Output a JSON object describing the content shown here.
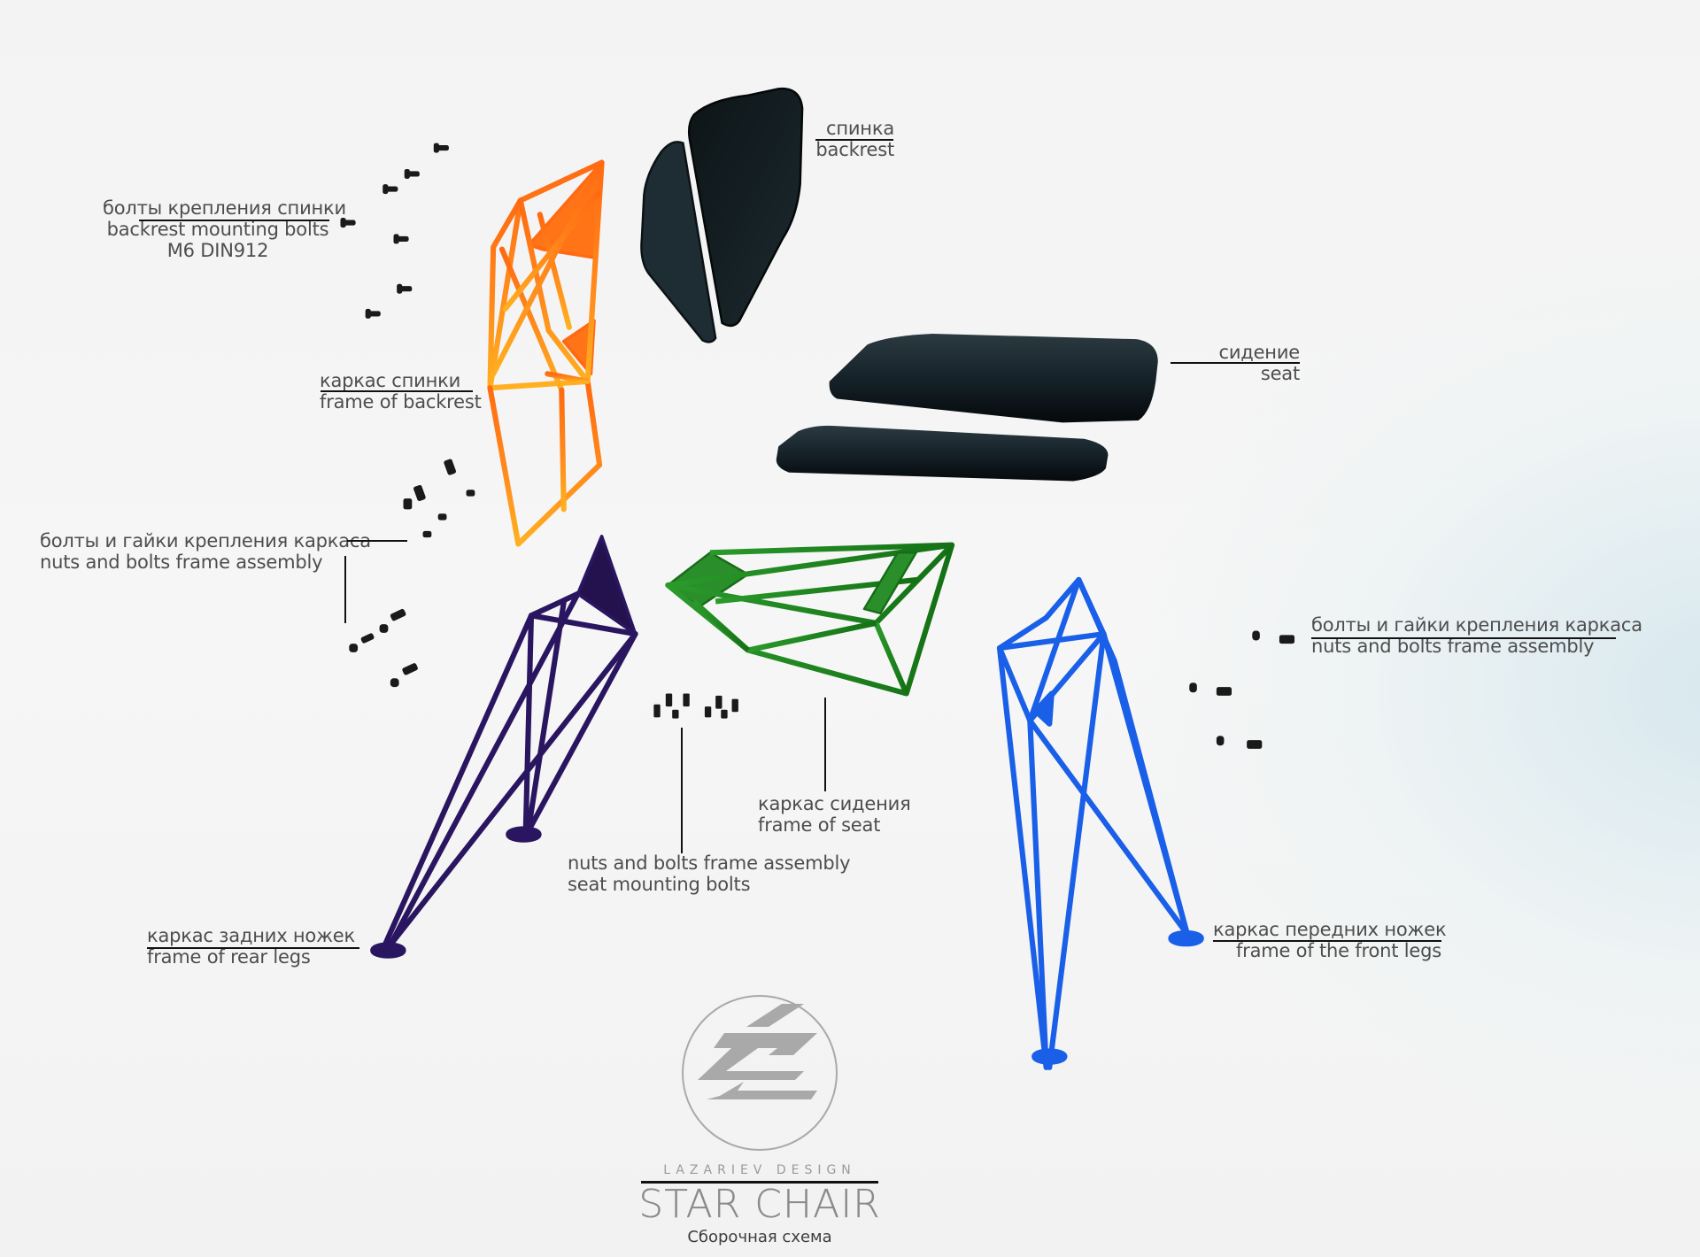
{
  "diagram": {
    "type": "exploded-assembly",
    "colors": {
      "background": "#f4f4f4",
      "backrest_frame": "#ff7a1a",
      "backrest_frame_highlight": "#ffb224",
      "rear_legs": "#2a1660",
      "seat_frame": "#1f8a1f",
      "front_legs": "#1455e6",
      "upholstery": "#11191c",
      "hardware": "#1a1a1a",
      "leader_lines": "#111111",
      "label_text": "#4d4d4d",
      "logo": "#a8a8a8"
    }
  },
  "labels": {
    "backrest_bolts": {
      "ru": "болты крепления спинки",
      "en": "backrest mounting bolts",
      "spec": "M6 DIN912"
    },
    "backrest": {
      "ru": "спинка",
      "en": "backrest"
    },
    "backrest_frame": {
      "ru": "каркас спинки",
      "en": "frame of backrest"
    },
    "seat": {
      "ru": "сидение",
      "en": "seat"
    },
    "frame_bolts_left": {
      "ru": "болты и гайки крепления каркаса",
      "en": "nuts and bolts frame assembly"
    },
    "frame_bolts_right": {
      "ru": "болты и гайки крепления каркаса",
      "en": "nuts and bolts frame assembly"
    },
    "seat_frame": {
      "ru": "каркас сидения",
      "en": "frame of seat"
    },
    "seat_bolts": {
      "en1": "nuts and bolts frame assembly",
      "en2": "seat mounting bolts"
    },
    "rear_legs": {
      "ru": "каркас задних ножек",
      "en": "frame of rear legs"
    },
    "front_legs": {
      "ru": "каркас передних ножек",
      "en": "frame of the front legs"
    }
  },
  "brand": {
    "studio": "LAZARIEV DESIGN",
    "product": "STAR CHAIR",
    "subtitle": "Сборочная схема",
    "logo_icon": "zz-monogram-in-circle"
  }
}
